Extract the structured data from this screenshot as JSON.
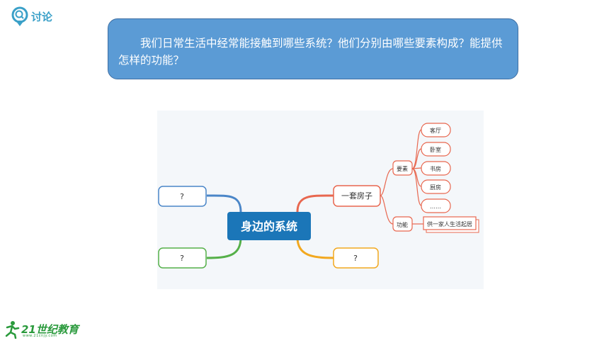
{
  "header": {
    "badge_label": "讨论"
  },
  "question": {
    "text": "我们日常生活中经常能接触到哪些系统？他们分别由哪些要素构成？能提供怎样的功能？"
  },
  "mindmap": {
    "center": "身边的系统",
    "branches": {
      "top_left": "?",
      "bottom_left": "?",
      "top_right": "一套房子",
      "bottom_right": "?"
    },
    "house": {
      "elements_label": "要素",
      "function_label": "功能",
      "rooms": [
        "客厅",
        "卧室",
        "书房",
        "厨房",
        "……"
      ],
      "function_item": "供一家人生活起居"
    }
  },
  "footer": {
    "brand": "21世纪教育",
    "url": "www.21cnjy.com"
  },
  "colors": {
    "question_fill": "#5b9bd5",
    "center_fill": "#1b76b8",
    "left_top_line": "#4a86c8",
    "left_bottom_line": "#55b049",
    "right_top_line": "#e8674f",
    "right_bottom_line": "#f2a81f"
  }
}
